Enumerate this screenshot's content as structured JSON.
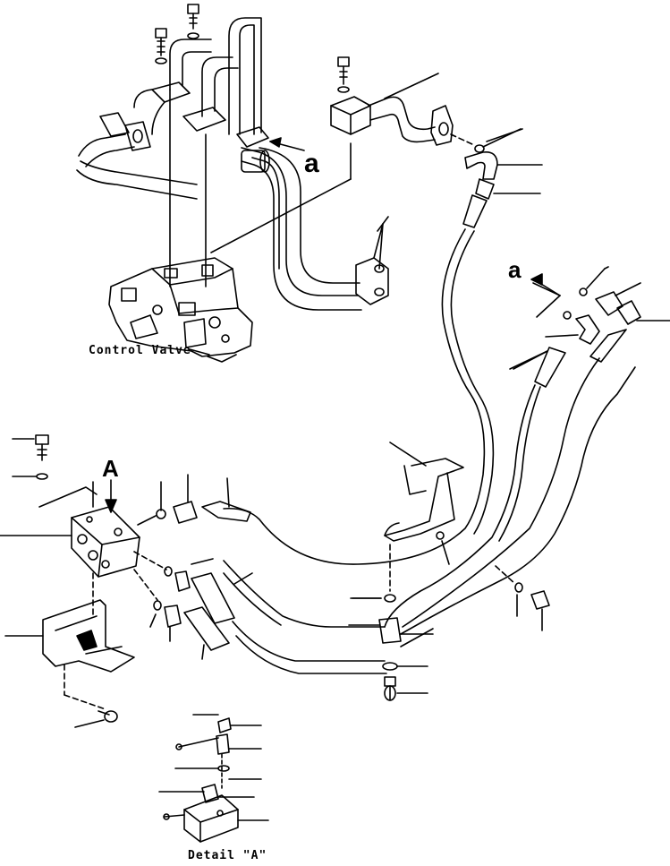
{
  "labels": {
    "control_valve": "Control Valve",
    "detail": "Detail \"A\"",
    "view_arrow": "A",
    "ref_a_upper": "a",
    "ref_a_right": "a"
  }
}
